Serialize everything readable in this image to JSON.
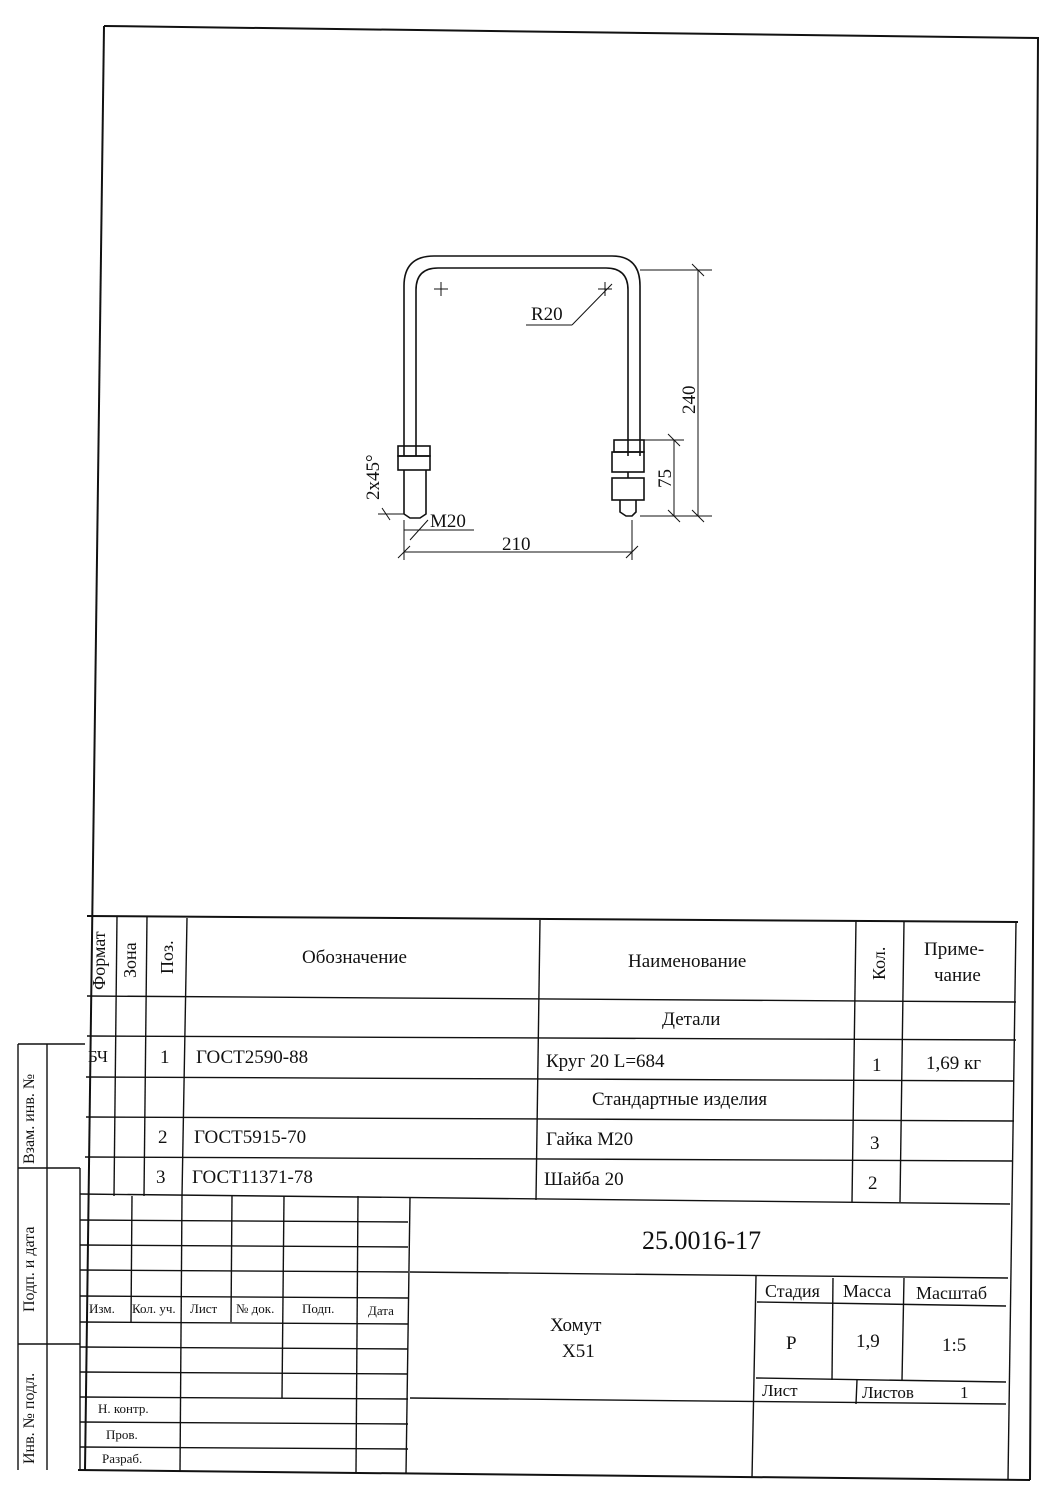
{
  "drawing": {
    "dimensions": {
      "radius": "R20",
      "height": "240",
      "thread_length": "75",
      "chamfer": "2x45°",
      "thread": "M20",
      "width": "210"
    }
  },
  "side_stamps": {
    "inv_zam": "Взам. инв. №",
    "sign_date": "Подп. и дата",
    "inv_podl": "Инв. № подл."
  },
  "spec": {
    "headers": {
      "format": "Формат",
      "zone": "Зона",
      "pos": "Поз.",
      "designation": "Обозначение",
      "name": "Наименование",
      "qty": "Кол.",
      "note_line1": "Приме-",
      "note_line2": "чание"
    },
    "section_details": "Детали",
    "section_standard": "Стандартные изделия",
    "rows": [
      {
        "format": "БЧ",
        "pos": "1",
        "designation": "ГОСТ2590-88",
        "name": "Круг 20 L=684",
        "qty": "1",
        "note": "1,69 кг"
      },
      {
        "format": "",
        "pos": "2",
        "designation": "ГОСТ5915-70",
        "name": "Гайка М20",
        "qty": "3",
        "note": ""
      },
      {
        "format": "",
        "pos": "3",
        "designation": "ГОСТ11371-78",
        "name": "Шайба 20",
        "qty": "2",
        "note": ""
      }
    ]
  },
  "title_block": {
    "doc_number": "25.0016-17",
    "title_line1": "Хомут",
    "title_line2": "X51",
    "col_izm": "Изм.",
    "col_kol_uch": "Кол. уч.",
    "col_list": "Лист",
    "col_n_dok": "№ док.",
    "col_podp": "Подп.",
    "col_data": "Дата",
    "role_n_kontr": "Н. контр.",
    "role_prov": "Пров.",
    "role_razrab": "Разраб.",
    "stage_label": "Стадия",
    "stage_value": "Р",
    "mass_label": "Масса",
    "mass_value": "1,9",
    "scale_label": "Масштаб",
    "scale_value": "1:5",
    "sheet_label": "Лист",
    "sheets_label": "Листов",
    "sheets_value": "1"
  }
}
